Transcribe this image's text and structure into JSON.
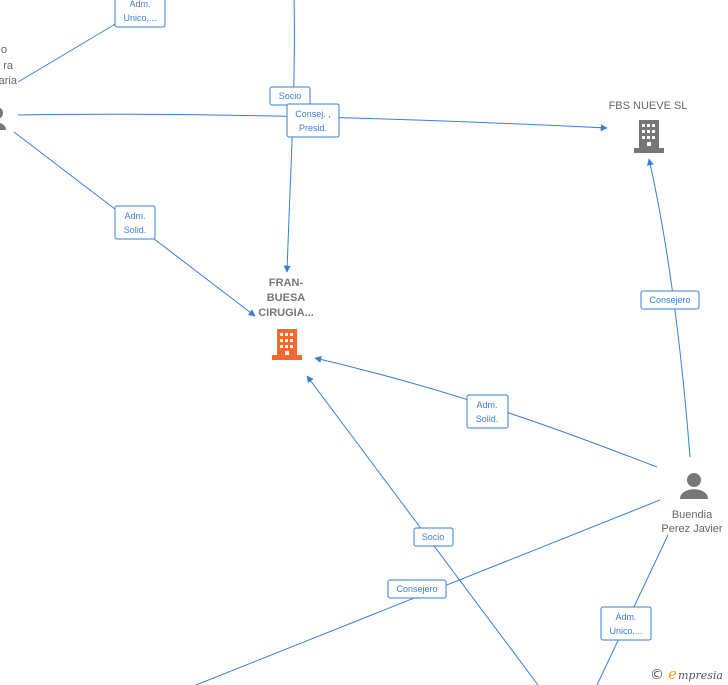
{
  "nodes": {
    "fran_buesa": {
      "label_lines": [
        "FRAN-",
        "BUESA",
        "CIRUGIA..."
      ],
      "type": "company",
      "color": "#f26a2e"
    },
    "fbs_nueve": {
      "label_lines": [
        "FBS NUEVE  SL"
      ],
      "type": "company",
      "color": "#777777"
    },
    "buendia": {
      "label_lines": [
        "Buendia",
        "Perez Javier"
      ],
      "type": "person",
      "color": "#777777"
    },
    "left_partial": {
      "label_lines": [
        "o",
        "ra",
        "aria"
      ],
      "type": "person",
      "color": "#777777"
    }
  },
  "edges": {
    "adm_unico_top": [
      "Adm.",
      "Unico,..."
    ],
    "socio_top": [
      "Socio"
    ],
    "consej_presid": [
      "Consej. ,",
      "Presid."
    ],
    "adm_solid_left": [
      "Adm.",
      "Solid."
    ],
    "consejero_right": [
      "Consejero"
    ],
    "adm_solid_right": [
      "Adm.",
      "Solid."
    ],
    "socio_bottom": [
      "Socio"
    ],
    "consejero_bottom": [
      "Consejero"
    ],
    "adm_unico_bottom": [
      "Adm.",
      "Unico,..."
    ]
  },
  "footer": {
    "copyright": "©",
    "brand_initial": "e",
    "brand_rest": "mpresia"
  }
}
